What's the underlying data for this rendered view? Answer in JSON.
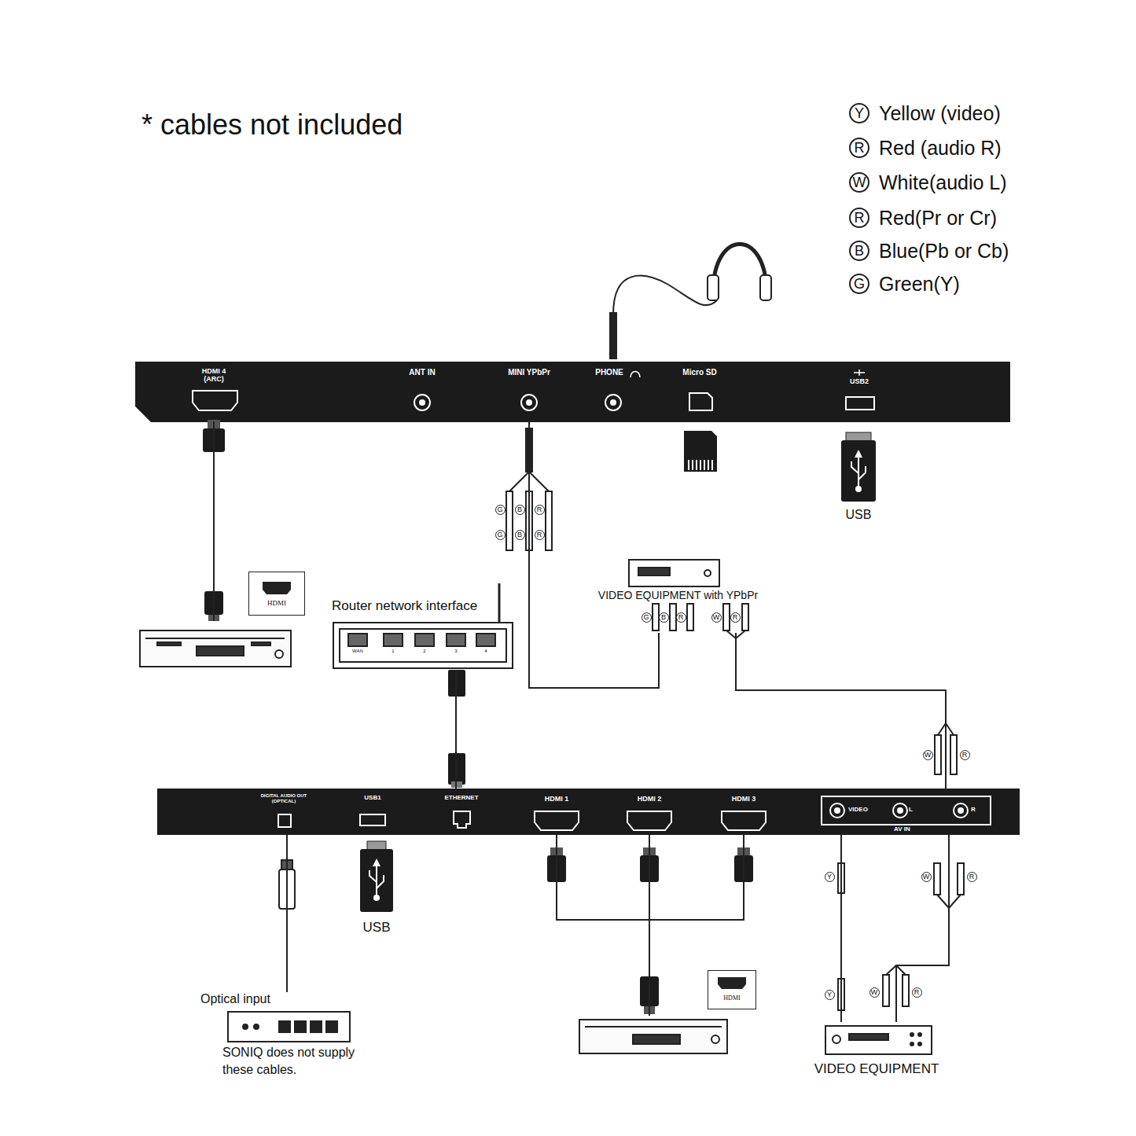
{
  "diagram": {
    "nodes": [
      {
        "text": [
          "HDMI 4 (ARC)"
        ]
      },
      {
        "text": [
          "ANT IN"
        ]
      },
      {
        "text": [
          "MINI YPbPr"
        ]
      },
      {
        "text": [
          "PHONE"
        ]
      },
      {
        "text": [
          "Micro SD"
        ]
      },
      {
        "text": [
          "USB2"
        ]
      },
      {
        "text": [
          "HDMI"
        ]
      },
      {
        "text": [
          "Router network interface",
          "WAN",
          "1",
          "2",
          "3",
          "4"
        ]
      },
      {
        "text": [
          "VIDEO EQUIPMENT with YPbPr"
        ]
      },
      {
        "text": [
          "USB"
        ]
      },
      {
        "text": [
          "DIGITAL AUDIO OUT (OPTICAL)"
        ]
      },
      {
        "text": [
          "USB1"
        ]
      },
      {
        "text": [
          "ETHERNET"
        ]
      },
      {
        "text": [
          "HDMI 1"
        ]
      },
      {
        "text": [
          "HDMI 2"
        ]
      },
      {
        "text": [
          "HDMI 3"
        ]
      },
      {
        "text": [
          "VIDEO",
          "L",
          "R",
          "AV IN"
        ]
      },
      {
        "text": [
          "USB"
        ]
      },
      {
        "text": [
          "Optical input",
          "SONIQ does not supply these cables."
        ]
      },
      {
        "text": [
          "HDMI"
        ]
      },
      {
        "text": [
          "VIDEO EQUIPMENT"
        ]
      }
    ],
    "edges": [
      {
        "from": 0,
        "to": 6,
        "arrow": "none"
      },
      {
        "from": 7,
        "to": 12,
        "arrow": "none"
      },
      {
        "from": 2,
        "to": 8,
        "arrow": "none"
      },
      {
        "from": 8,
        "to": 16,
        "arrow": "none"
      },
      {
        "from": 10,
        "to": 18,
        "arrow": "none"
      },
      {
        "from": 13,
        "to": 19,
        "arrow": "none"
      },
      {
        "from": 14,
        "to": 19,
        "arrow": "none"
      },
      {
        "from": 15,
        "to": 19,
        "arrow": "none"
      },
      {
        "from": 16,
        "to": 20,
        "arrow": "none"
      },
      {
        "from": 16,
        "to": 20,
        "arrow": "none"
      }
    ],
    "labels": [
      "* cables not included",
      "Y",
      "R",
      "W",
      "R",
      "B",
      "G",
      "G",
      "B",
      "R",
      "G",
      "B",
      "R",
      "G",
      "B",
      "R",
      "W",
      "R",
      "W",
      "R",
      "Y",
      "W",
      "R",
      "Y",
      "W",
      "R"
    ],
    "legend": [
      {
        "text": "Yellow (video)"
      },
      {
        "text": "Red (audio R)"
      },
      {
        "text": "White(audio L)"
      },
      {
        "text": "Red(Pr or Cr)"
      },
      {
        "text": "Blue(Pb or Cb)"
      },
      {
        "text": "Green(Y)"
      }
    ]
  }
}
